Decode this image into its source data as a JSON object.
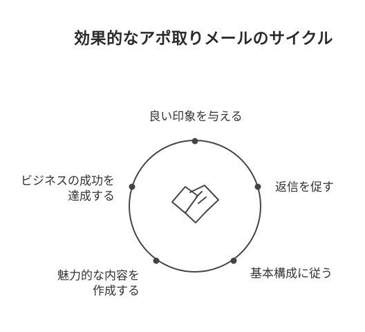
{
  "title": "効果的なアポ取りメールのサイクル",
  "center_icon": "handshake-icon",
  "colors": {
    "stroke": "#444444",
    "text": "#333333",
    "background": "#ffffff"
  },
  "steps": [
    {
      "lines": [
        "良い印象を与える"
      ]
    },
    {
      "lines": [
        "返信を促す"
      ]
    },
    {
      "lines": [
        "基本構成に従う"
      ]
    },
    {
      "lines": [
        "魅力的な内容を",
        "作成する"
      ]
    },
    {
      "lines": [
        "ビジネスの成功を",
        "達成する"
      ]
    }
  ]
}
